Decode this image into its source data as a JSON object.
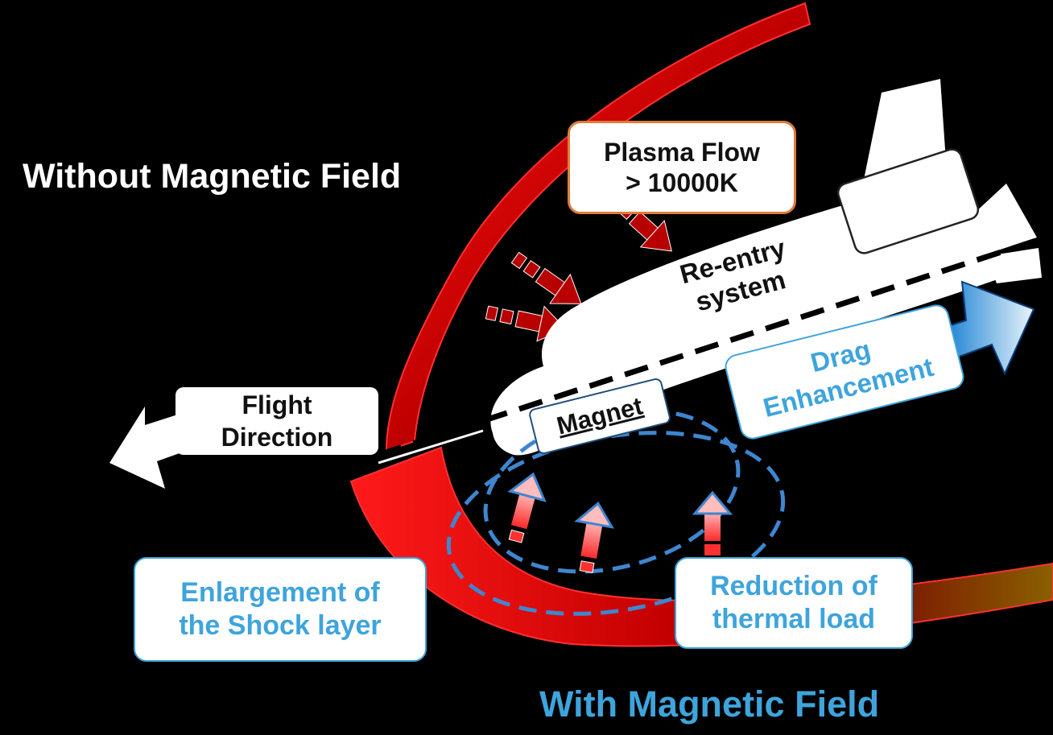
{
  "titles": {
    "without": "Without Magnetic Field",
    "with": "With Magnetic Field"
  },
  "labels": {
    "plasma_flow": [
      "Plasma Flow",
      "> 10000K"
    ],
    "reentry": [
      "Re-entry",
      "system"
    ],
    "flight_direction": [
      "Flight",
      "Direction"
    ],
    "magnet": "Magnet",
    "drag": [
      "Drag",
      "Enhancement"
    ],
    "enlargement": [
      "Enlargement of",
      "the Shock layer"
    ],
    "reduction": [
      "Reduction of",
      "thermal load"
    ]
  },
  "colors": {
    "background": "#000000",
    "shock_red": "#ff1a1a",
    "shock_dark": "#5a0000",
    "shock_tail": "#8a6a00",
    "accent_blue": "#3ea4dc",
    "arrow_red": "#b80000",
    "plasma_border": "#e07b3a"
  },
  "icons": {
    "flight_arrow": "white-left-arrow-icon",
    "drag_arrow": "blue-right-arrow-icon",
    "plasma_arrows": "red-down-arrow-icon",
    "thermal_arrows": "red-up-arrow-icon"
  }
}
